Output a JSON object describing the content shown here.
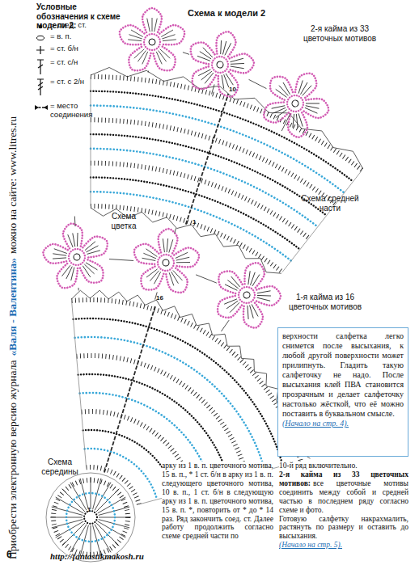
{
  "diagram": {
    "title": "Схема к модели 2",
    "nodes": [
      {
        "text": [
          "верхности салфетка легко снимется после высыхания, к любой другой поверхности может прилипнуть. Гладить такую салфеточку не надо. После высыхания клей ПВА становится прозрачным и делает салфеточку настолько жёсткой, что её можно поставить в буквальном смысле.",
          "(Начало на стр. 4)."
        ]
      }
    ],
    "labels": [
      "Условные обозначения к схеме модели 2:",
      "Приобрести электронную версию журнала",
      "«Валя - Валентина»",
      "можно на сайте: www.litres.ru",
      "2-я кайма из 33 цветочных мотивов",
      "Схема средней части",
      "Схема цветка",
      "1-я кайма из 16 цветочных мотивов",
      "Схема середины",
      "1",
      "16",
      "10",
      "1",
      "арку из 1 в. п. цветочного мотива, 15 в. п., * 1 ст. б/н в арку из 1 в. п. следующего цветочного мотива, 10 в. п., 1 ст. б/н в следующую арку из 1 в. п. цветочного мотива, 15 в. п. *, повторить от * до * 14 раз. Ряд закончить соед. ст. Далее работу продолжить согласно схеме средней части по",
      "10-й ряд включительно.",
      "2-я кайма из 33 цветочных мотивов:",
      "все цветочные мотивы соединить между собой и средней частью в последнем ряду согласно схеме и фото.",
      "Готовую салфетку накрахмалить, растянуть по размеру и оставить до высыхания.",
      "(Начало на стр. 5).",
      "6",
      "http://fantastikmakosh.ru"
    ],
    "legend": [
      {
        "text": "= соед. ст."
      },
      {
        "text": "= в. п."
      },
      {
        "text": "= ст. б/н"
      },
      {
        "text": "= ст. с/н"
      },
      {
        "text": "= ст. с 2/н"
      },
      {
        "text": "= место соединения"
      }
    ]
  }
}
